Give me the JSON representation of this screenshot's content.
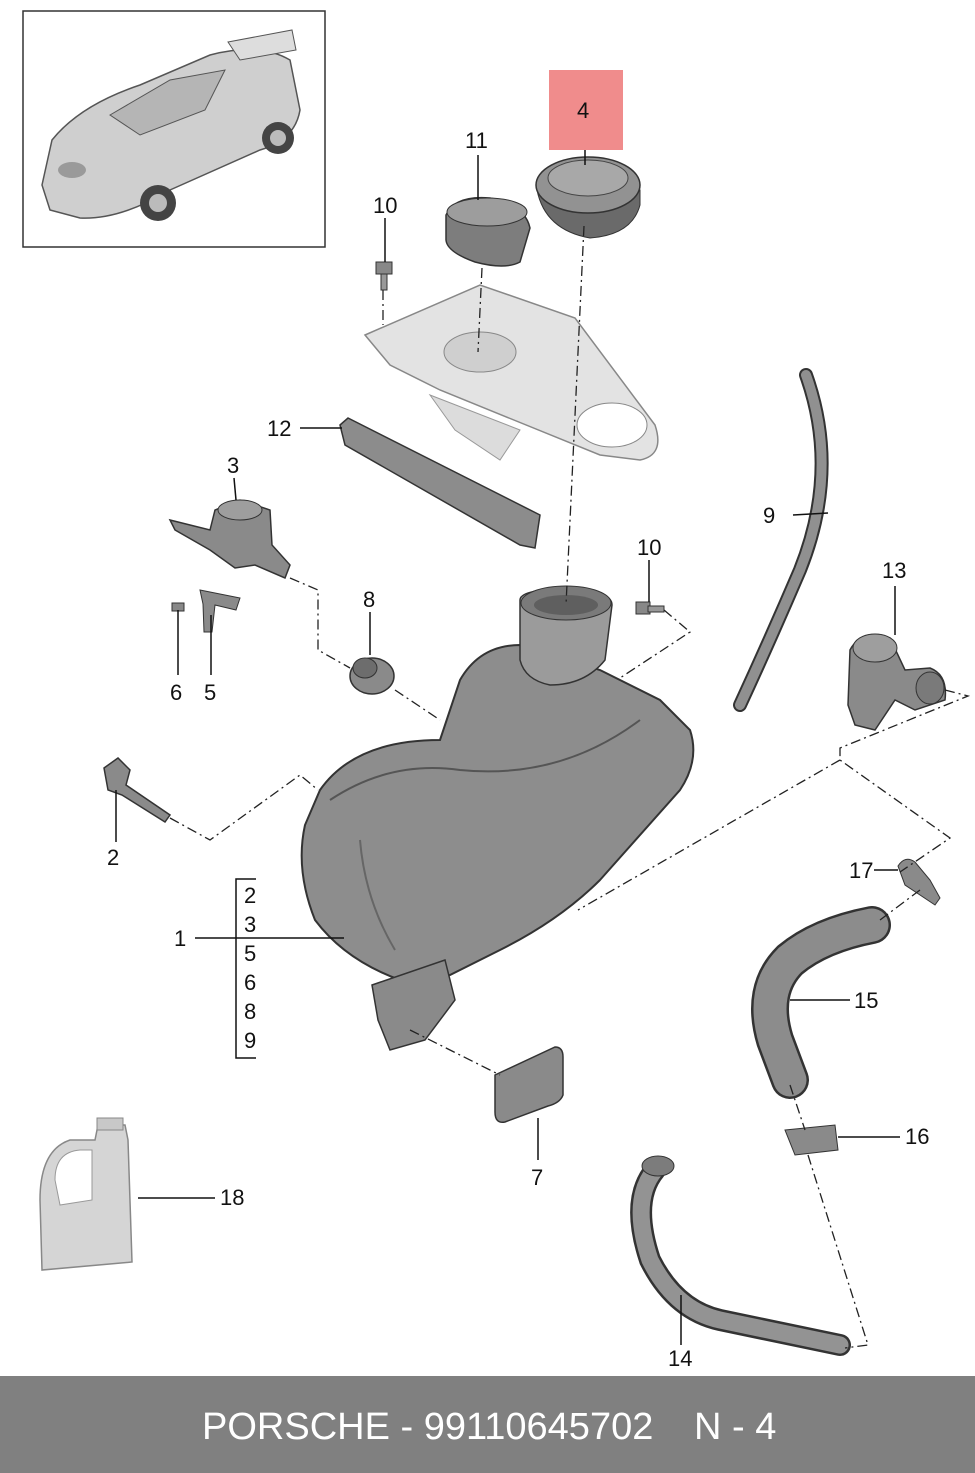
{
  "colors": {
    "highlight": "#f08c8c",
    "part_fill": "#8f8f8f",
    "part_light": "#d9d9d9",
    "line": "#222222",
    "footer_bg": "#808080",
    "footer_text": "#ffffff"
  },
  "callouts": {
    "c1": "1",
    "c2": "2",
    "c3": "3",
    "c4": "4",
    "c5": "5",
    "c6": "6",
    "c7": "7",
    "c8": "8",
    "c9": "9",
    "c10a": "10",
    "c10b": "10",
    "c11": "11",
    "c12": "12",
    "c13": "13",
    "c14": "14",
    "c15": "15",
    "c16": "16",
    "c17": "17",
    "c18": "18"
  },
  "kit_list": [
    "2",
    "3",
    "5",
    "6",
    "8",
    "9"
  ],
  "footer": {
    "brand_part": "PORSCHE - 99110645702",
    "position": "N - 4"
  }
}
